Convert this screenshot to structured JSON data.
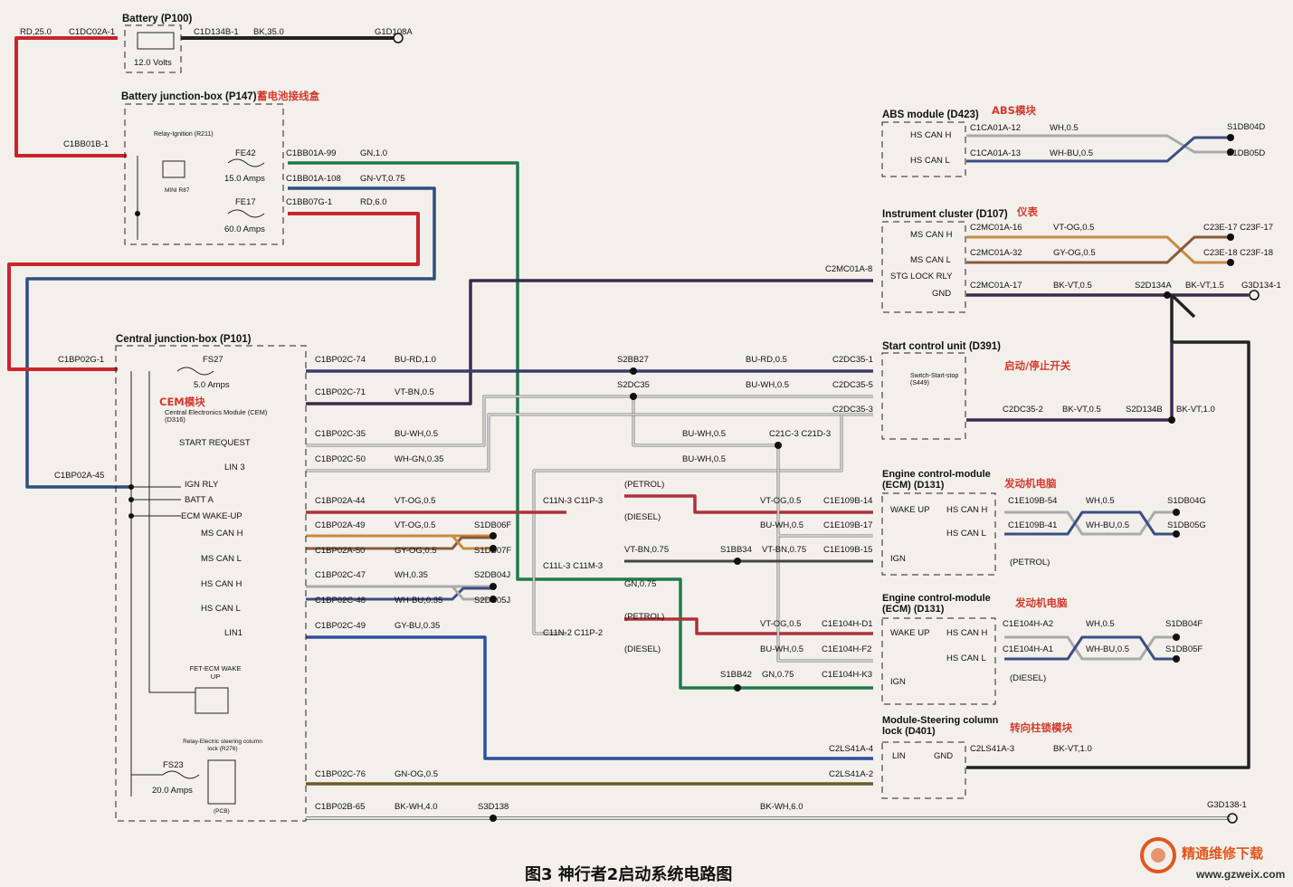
{
  "caption": "图3 神行者2启动系统电路图",
  "watermark": {
    "site_cn": "精通维修下载",
    "url": "www.gzweix.com"
  },
  "battery": {
    "title": "Battery (P100)",
    "volts": "12.0 Volts",
    "left_wire": "RD,25.0",
    "left_conn": "C1DC02A-1",
    "right_conn": "C1D134B-1",
    "right_wire": "BK,35.0",
    "ground": "G1D108A"
  },
  "bjb": {
    "title": "Battery junction-box (P147)",
    "title_cn": "蓄电池接线盒",
    "conn_in": "C1BB01B-1",
    "relay": "Relay-Ignition (R211)",
    "mini": "MINI R87",
    "fe42": "FE42",
    "fe42_amps": "15.0 Amps",
    "fe17": "FE17",
    "fe17_amps": "60.0 Amps",
    "c1": "C1BB01A-99",
    "w1": "GN,1.0",
    "c2": "C1BB01A-108",
    "w2": "GN-VT,0.75",
    "c3": "C1BB07G-1",
    "w3": "RD,6.0"
  },
  "cjb": {
    "title": "Central junction-box (P101)",
    "conn_in": "C1BP02G-1",
    "conn_in2": "C1BP02A-45",
    "fs27": "FS27",
    "fs27_amps": "5.0 Amps",
    "cem_cn": "CEM模块",
    "cem": "Central Electronics Module (CEM) (D316)",
    "pins": [
      "START REQUEST",
      "LIN 3",
      "IGN RLY",
      "BATT A",
      "ECM WAKE-UP",
      "MS CAN H",
      "MS CAN L",
      "HS CAN H",
      "HS CAN L",
      "LIN1"
    ],
    "fet": "FET-ECM WAKE UP",
    "relay_esc": "Relay-Electric steering column lock (R276)",
    "pcb": "(PCB)",
    "fs23": "FS23",
    "fs23_amps": "20.0 Amps"
  },
  "cjb_rows": [
    {
      "conn": "C1BP02C-74",
      "wire": "BU-RD,1.0"
    },
    {
      "conn": "C1BP02C-71",
      "wire": "VT-BN,0.5"
    },
    {
      "conn": "C1BP02C-35",
      "wire": "BU-WH,0.5"
    },
    {
      "conn": "C1BP02C-50",
      "wire": "WH-GN,0.35"
    },
    {
      "conn": "C1BP02A-44",
      "wire": "VT-OG,0.5"
    },
    {
      "conn": "C1BP02A-49",
      "wire": "VT-OG,0.5",
      "splice": "S1DB06F"
    },
    {
      "conn": "C1BP02A-50",
      "wire": "GY-OG,0.5",
      "splice": "S1DB07F"
    },
    {
      "conn": "C1BP02C-47",
      "wire": "WH,0.35",
      "splice": "S2DB04J"
    },
    {
      "conn": "C1BP02C-48",
      "wire": "WH-BU,0.35",
      "splice": "S2DB05J"
    },
    {
      "conn": "C1BP02C-49",
      "wire": "GY-BU,0.35"
    },
    {
      "conn": "C1BP02C-76",
      "wire": "GN-OG,0.5"
    },
    {
      "conn": "C1BP02B-65",
      "wire": "BK-WH,4.0",
      "splice": "S3D138"
    }
  ],
  "mid": {
    "s2bb27": "S2BB27",
    "s2dc35": "S2DC35",
    "bu_rd": "BU-RD,0.5",
    "bu_wh": "BU-WH,0.5",
    "bu_wh2": "BU-WH,0.5",
    "bu_wh3": "BU-WH,0.5",
    "c21": "C21C-3  C21D-3",
    "c11n3": "C11N-3  C11P-3",
    "petrol": "(PETROL)",
    "diesel": "(DIESEL)",
    "c11l3": "C11L-3  C11M-3",
    "vt_bn": "VT-BN,0.75",
    "gn": "GN,0.75",
    "c11n2": "C11N-2  C11P-2",
    "petrol2": "(PETROL)",
    "diesel2": "(DIESEL)",
    "s3wire": "BK-WH,6.0",
    "g3": "G3D138-1"
  },
  "abs": {
    "title": "ABS module (D423)",
    "cn": "ABS模块",
    "pin1": "HS CAN H",
    "pin2": "HS CAN L",
    "c1": "C1CA01A-12",
    "w1": "WH,0.5",
    "c2": "C1CA01A-13",
    "w2": "WH-BU,0.5",
    "s1": "S1DB04D",
    "s2": "S1DB05D"
  },
  "ic": {
    "title": "Instrument cluster (D107)",
    "cn": "仪表",
    "pin1": "MS CAN H",
    "pin2": "MS CAN L",
    "pin3": "STG LOCK RLY",
    "pin4": "GND",
    "c1": "C2MC01A-16",
    "w1": "VT-OG,0.5",
    "c2": "C2MC01A-32",
    "w2": "GY-OG,0.5",
    "c3": "C2MC01A-8",
    "c4": "C2MC01A-17",
    "w4": "BK-VT,0.5",
    "r1": "C23E-17 C23F-17",
    "r2": "C23E-18 C23F-18",
    "s": "S2D134A",
    "w5": "BK-VT,1.5",
    "g": "G3D134-1"
  },
  "scu": {
    "title": "Start control unit (D391)",
    "cn": "启动/停止开关",
    "sw": "Switch-Start-stop (S449)",
    "c1": "C2DC35-1",
    "c2": "C2DC35-5",
    "c3": "C2DC35-3",
    "c4": "C2DC35-2",
    "w4": "BK-VT,0.5",
    "s": "S2D134B",
    "w5": "BK-VT,1.0"
  },
  "ecm1": {
    "title": "Engine control-module (ECM) (D131)",
    "cn": "发动机电脑",
    "wake": "WAKE UP",
    "canh": "HS CAN H",
    "canl": "HS CAN L",
    "ign": "IGN",
    "w1": "VT-OG,0.5",
    "c1": "C1E109B-14",
    "w2": "BU-WH,0.5",
    "c2": "C1E109B-17",
    "s3": "S1BB34",
    "w3": "VT-BN,0.75",
    "c3": "C1E109B-15",
    "c4": "C1E109B-54",
    "w4": "WH,0.5",
    "c5": "C1E109B-41",
    "w5": "WH-BU,0.5",
    "s4": "S1DB04G",
    "s5": "S1DB05G",
    "var": "(PETROL)"
  },
  "ecm2": {
    "title": "Engine control-module (ECM) (D131)",
    "cn": "发动机电脑",
    "wake": "WAKE UP",
    "canh": "HS CAN H",
    "canl": "HS CAN L",
    "ign": "IGN",
    "w1": "VT-OG,0.5",
    "c1": "C1E104H-D1",
    "w2": "BU-WH,0.5",
    "c2": "C1E104H-F2",
    "s3": "S1BB42",
    "w3": "GN,0.75",
    "c3": "C1E104H-K3",
    "c4": "C1E104H-A2",
    "w4": "WH,0.5",
    "c5": "C1E104H-A1",
    "w5": "WH-BU,0.5",
    "s4": "S1DB04F",
    "s5": "S1DB05F",
    "var": "(DIESEL)"
  },
  "scl": {
    "title": "Module-Steering column lock (D401)",
    "cn": "转向柱锁模块",
    "lin": "LIN",
    "gnd": "GND",
    "c1": "C2LS41A-4",
    "c2": "C2LS41A-2",
    "c3": "C2LS41A-3",
    "w3": "BK-VT,1.0"
  }
}
